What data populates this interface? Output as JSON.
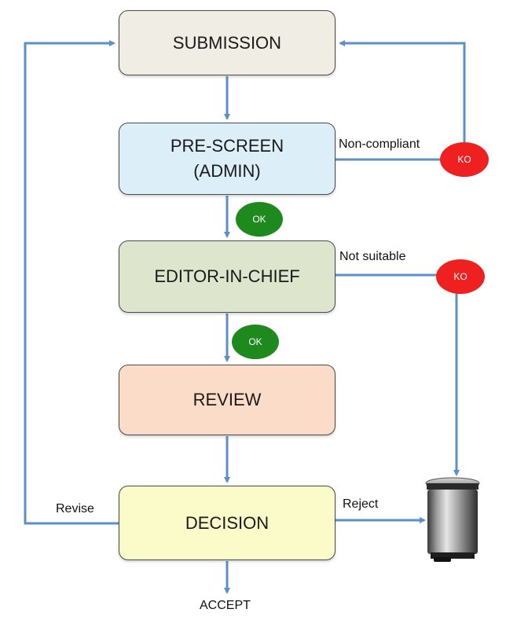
{
  "nodes": {
    "submission": "SUBMISSION",
    "prescreen": [
      "PRE-SCREEN",
      "(ADMIN)"
    ],
    "editor": "EDITOR-IN-CHIEF",
    "review": "REVIEW",
    "decision": "DECISION"
  },
  "badges": {
    "ok1": "OK",
    "ok2": "OK",
    "ko1": "KO",
    "ko2": "KO"
  },
  "labels": {
    "noncompliant": "Non-compliant",
    "notsuitable": "Not suitable",
    "revise": "Revise",
    "reject": "Reject",
    "accept": "ACCEPT"
  },
  "icons": {
    "bin": "trash-bin-icon"
  },
  "colors": {
    "arrow": "#5b8fc9",
    "ok": "#1e8a1e",
    "ko": "#ee2020"
  }
}
